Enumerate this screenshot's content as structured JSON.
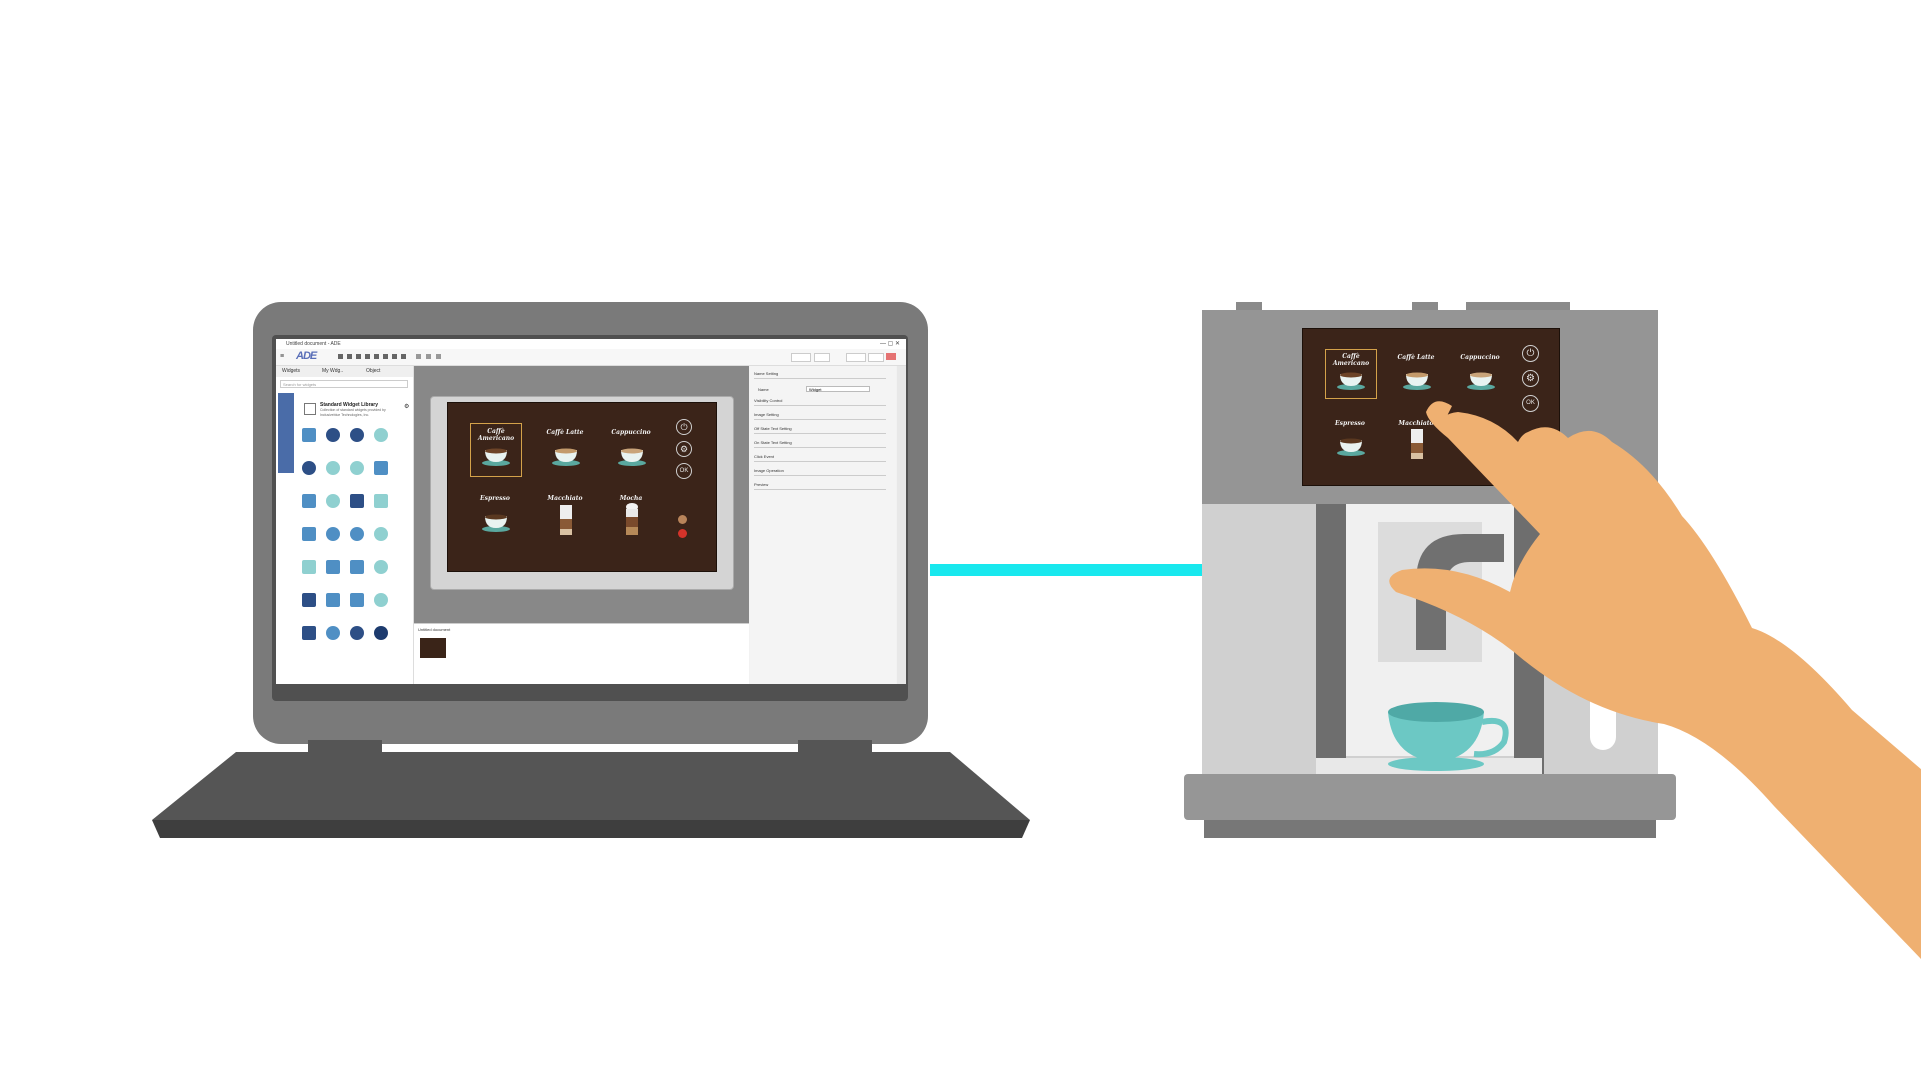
{
  "ide": {
    "window_title": "Untitled document - ADE",
    "logo": "ADE",
    "tabs": [
      "Widgets",
      "My Wdg..",
      "Object"
    ],
    "search_placeholder": "Search for widgets",
    "library_title": "Standard Widget Library",
    "library_desc": "Collection of standard widgets provided by Inclusiveblue Technologies, Inc.",
    "properties": [
      "Name Setting",
      "Visibility Control",
      "Image Setting",
      "Off State Text Setting",
      "On State Text Setting",
      "Click Event",
      "Image Operation",
      "Preview"
    ],
    "name_label": "Name",
    "name_value": "Widget",
    "bottom_title": "Untitled document"
  },
  "coffee_menu": [
    "Caffè Americano",
    "Caffè Latte",
    "Cappuccino",
    "Espresso",
    "Macchiato",
    "Mocha"
  ],
  "buttons": {
    "ok": "OK"
  },
  "colors": {
    "screen_bg": "#3b2419",
    "cup": "#6cc8c4",
    "connector": "#18e8ee",
    "hand": "#efb071",
    "laptop": "#7a7a7a",
    "machine": "#959595"
  },
  "icons": {
    "power": "power-icon",
    "settings": "gear-icon",
    "ok": "ok-button"
  }
}
